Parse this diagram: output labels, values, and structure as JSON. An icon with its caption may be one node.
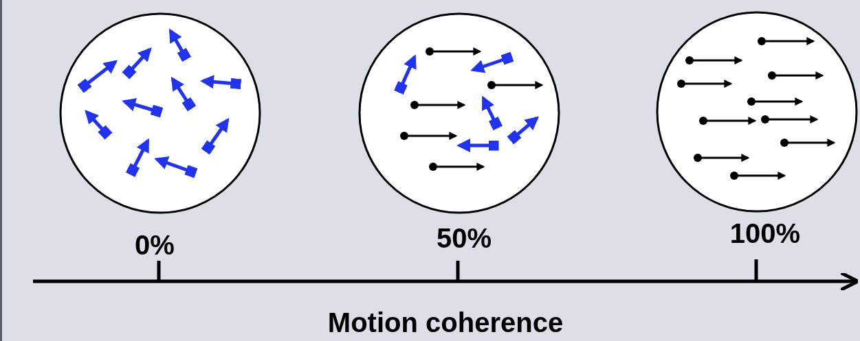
{
  "diagram": {
    "labels": [
      "0%",
      "50%",
      "100%",
      "Motion coherence"
    ]
  }
}
